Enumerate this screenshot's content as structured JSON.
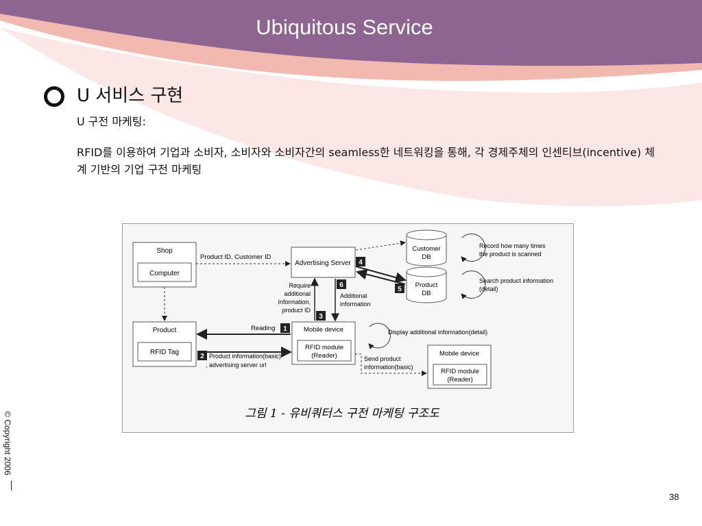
{
  "slide": {
    "title": "Ubiquitous Service",
    "heading": "U 서비스 구현",
    "subheading": "U 구전 마케팅:",
    "body": "RFID를 이용하여 기업과 소비자, 소비자와 소비자간의 seamless한 네트워킹을 통해, 각 경제주체의 인센티브(incentive) 체계 기반의 기업 구전 마케팅",
    "copyright": "© Copyright 2006",
    "page_number": "38"
  },
  "colors": {
    "banner": "#8e6490",
    "band": "#f2b9b0",
    "accent": "#b08ab0"
  },
  "diagram": {
    "shop": "Shop",
    "computer": "Computer",
    "product": "Product",
    "rfid_tag": "RFID Tag",
    "advertising_server": "Advertising Server",
    "customer_db_l1": "Customer",
    "customer_db_l2": "DB",
    "product_db_l1": "Product",
    "product_db_l2": "DB",
    "mobile_device_1": "Mobile device",
    "rfid_module_1_l1": "RFID module",
    "rfid_module_1_l2": "(Reader)",
    "mobile_device_2": "Mobile device",
    "rfid_module_2_l1": "RFID module",
    "rfid_module_2_l2": "(Reader)",
    "label_product_customer_id": "Product ID, Customer ID",
    "label_record_l1": "Record how many times",
    "label_record_l2": "the product is scanned",
    "label_search_l1": "Search product information",
    "label_search_l2": "(detail)",
    "label_require_l1": "Require",
    "label_require_l2": "additional",
    "label_require_l3": "Information,",
    "label_require_l4": "product ID",
    "label_additional_l1": "Additional",
    "label_additional_l2": "information",
    "label_reading": "Reading",
    "label_display": "Display additional information(detail)",
    "label_product_info_l1": "Product information(basic)",
    "label_product_info_l2": ", advertising server url",
    "label_send_l1": "Send  product",
    "label_send_l2": "information(basic)",
    "step_1": "1",
    "step_2": "2",
    "step_3": "3",
    "step_4": "4",
    "step_5": "5",
    "step_6": "6",
    "caption": "그림 1 - 유비쿼터스 구전 마케팅 구조도"
  }
}
